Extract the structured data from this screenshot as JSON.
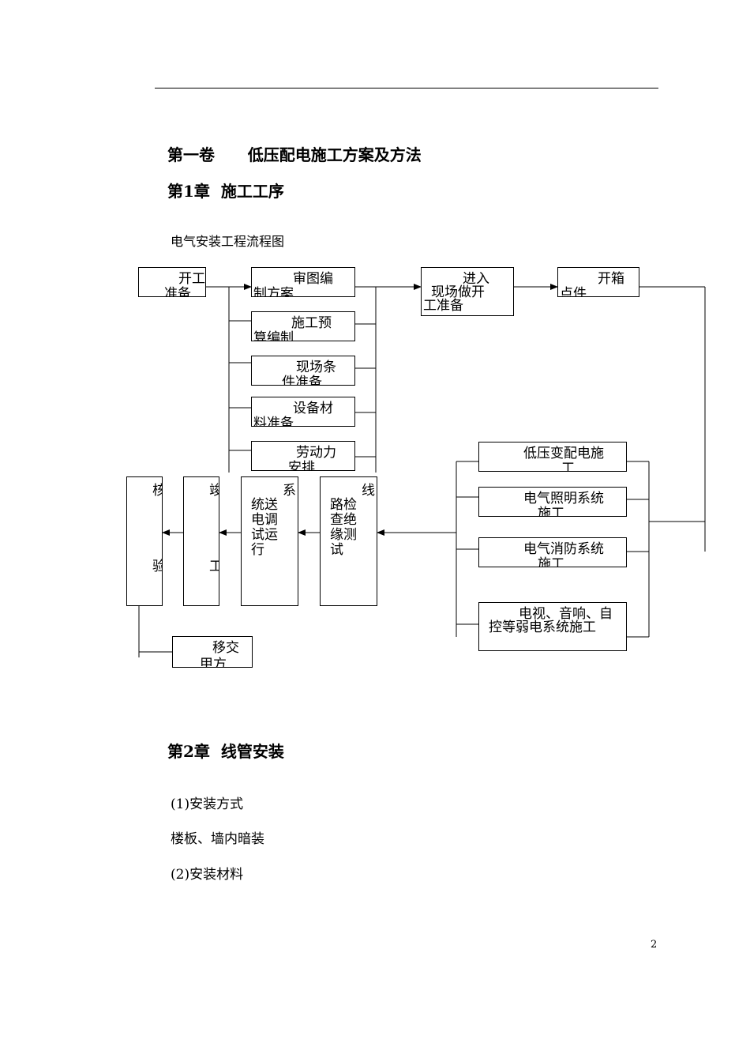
{
  "heading_volume": "第一卷      低压配电施工方案及方法",
  "heading_ch1": "第1章  施工工序",
  "flow_caption": "电气安装工程流程图",
  "flow": {
    "start": [
      "开工",
      "准备"
    ],
    "review": [
      "审图编",
      "制方案"
    ],
    "budget": [
      "施工预",
      "算编制"
    ],
    "site": [
      "现场条",
      "件准备"
    ],
    "material": [
      "设备材",
      "料准备"
    ],
    "labor": [
      "劳动力",
      "安排"
    ],
    "enter": [
      "进入",
      "现场做开",
      "工准备"
    ],
    "unbox": [
      "开箱",
      "点件"
    ],
    "lowvolt": [
      "低压变配电施",
      "工"
    ],
    "lighting": [
      "电气照明系统",
      "施工"
    ],
    "fire": [
      "电气消防系统",
      "施工"
    ],
    "weak": [
      "电视、音响、自",
      "控等弱电系统施工"
    ],
    "line_check": [
      "线",
      "路检",
      "查绝",
      "缘测",
      "试"
    ],
    "system": [
      "系",
      "统送",
      "电调",
      "试运",
      "行"
    ],
    "complete": [
      "竣",
      "工"
    ],
    "verify": [
      "核",
      "验"
    ],
    "handover": [
      "移交",
      "甲方"
    ]
  },
  "heading_ch2": "第2章  线管安装",
  "para1": "(1)安装方式",
  "para2": "楼板、墙内暗装",
  "para3": "(2)安装材料",
  "page_number": "2"
}
